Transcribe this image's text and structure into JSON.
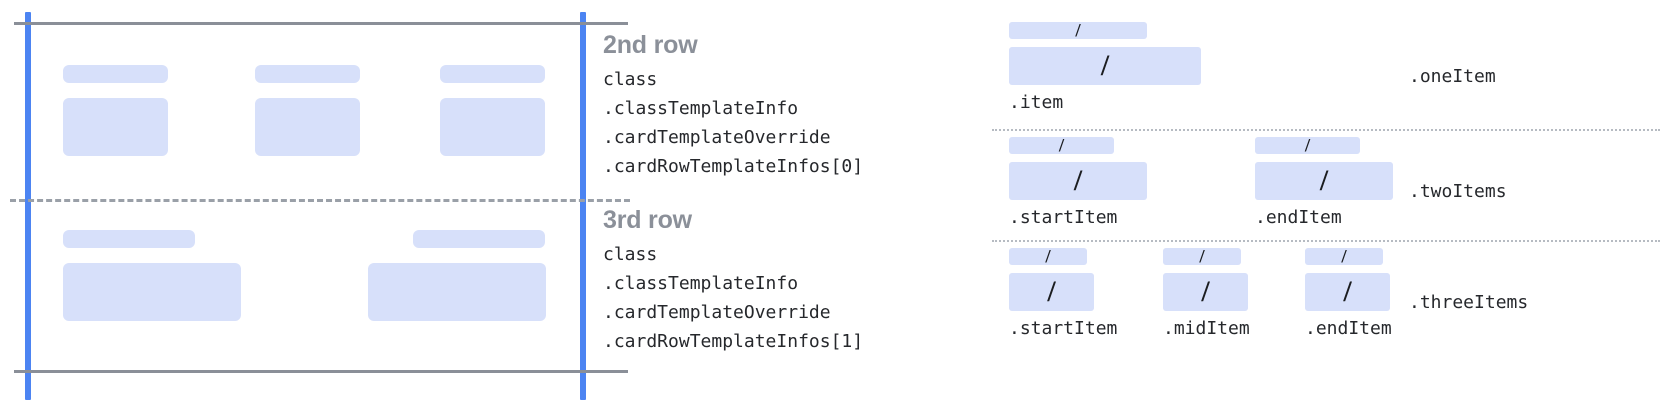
{
  "card_mock": {
    "guides": {
      "vertical_line_color": "#4c84f2",
      "horizontal_rule_color": "#8a8f98",
      "dashed_divider_color": "#9aa0a8",
      "placeholder_color": "#d7e0fa"
    },
    "rows": [
      {
        "name": "second-row",
        "items": [
          {
            "caption_placeholder": "",
            "body_placeholder": ""
          },
          {
            "caption_placeholder": "",
            "body_placeholder": ""
          },
          {
            "caption_placeholder": "",
            "body_placeholder": ""
          }
        ]
      },
      {
        "name": "third-row",
        "items": [
          {
            "caption_placeholder": "",
            "body_placeholder": ""
          },
          {
            "caption_placeholder": "",
            "body_placeholder": ""
          }
        ]
      }
    ]
  },
  "annotations": [
    {
      "title": "2nd row",
      "code": "class\n.classTemplateInfo\n.cardTemplateOverride\n.cardRowTemplateInfos[0]"
    },
    {
      "title": "3rd row",
      "code": "class\n.classTemplateInfo\n.cardTemplateOverride\n.cardRowTemplateInfos[1]"
    }
  ],
  "variants": [
    {
      "name": ".oneItem",
      "slots": [
        {
          "label": ".item",
          "glyph": "/"
        }
      ]
    },
    {
      "name": ".twoItems",
      "slots": [
        {
          "label": ".startItem",
          "glyph": "/"
        },
        {
          "label": ".endItem",
          "glyph": "/"
        }
      ]
    },
    {
      "name": ".threeItems",
      "slots": [
        {
          "label": ".startItem",
          "glyph": "/"
        },
        {
          "label": ".midItem",
          "glyph": "/"
        },
        {
          "label": ".endItem",
          "glyph": "/"
        }
      ]
    }
  ]
}
